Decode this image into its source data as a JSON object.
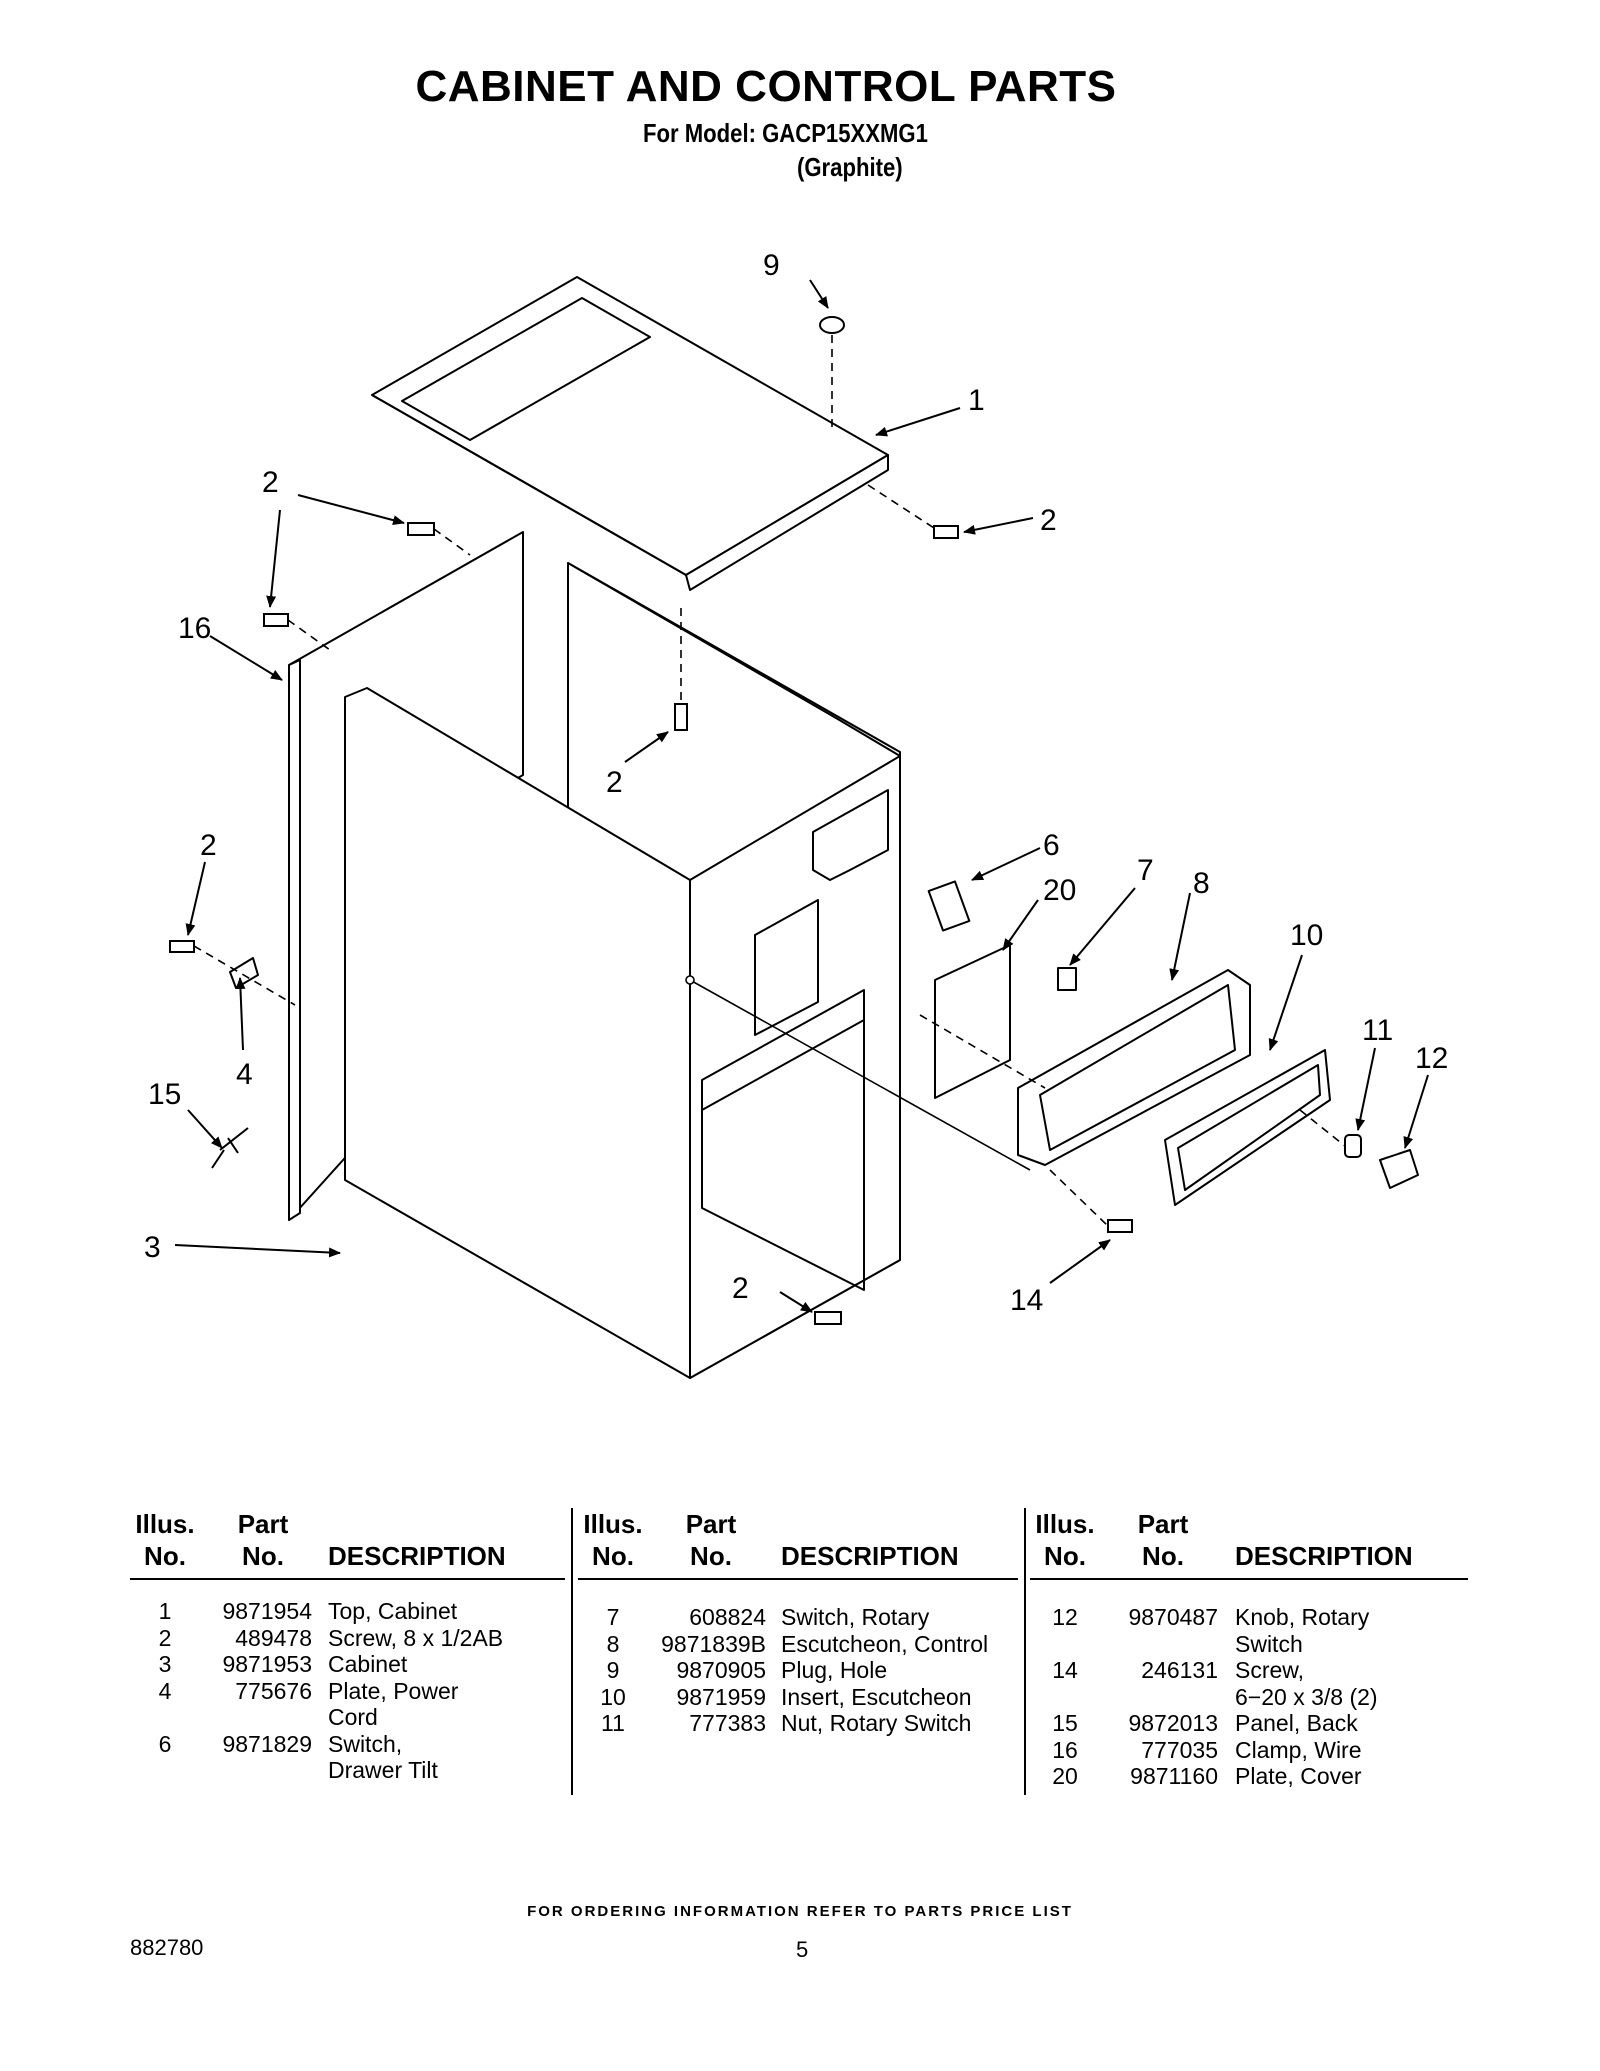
{
  "header": {
    "title": "CABINET AND CONTROL PARTS",
    "model_line": "For Model: GACP15XXMG1",
    "color_line": "(Graphite)"
  },
  "callouts": [
    "1",
    "2",
    "3",
    "4",
    "6",
    "7",
    "8",
    "9",
    "10",
    "11",
    "12",
    "14",
    "15",
    "16",
    "20"
  ],
  "table_headers": {
    "illus_line1": "Illus.",
    "illus_line2": "No.",
    "part_line1": "Part",
    "part_line2": "No.",
    "description": "DESCRIPTION"
  },
  "parts_columns": [
    [
      {
        "illus": "1",
        "part": "9871954",
        "desc": [
          "Top, Cabinet"
        ]
      },
      {
        "illus": "2",
        "part": "489478",
        "desc": [
          "Screw, 8 x 1/2AB"
        ]
      },
      {
        "illus": "3",
        "part": "9871953",
        "desc": [
          "Cabinet"
        ]
      },
      {
        "illus": "4",
        "part": "775676",
        "desc": [
          "Plate, Power",
          "Cord"
        ]
      },
      {
        "illus": "6",
        "part": "9871829",
        "desc": [
          "Switch,",
          "Drawer Tilt"
        ]
      }
    ],
    [
      {
        "illus": "7",
        "part": "608824",
        "desc": [
          "Switch, Rotary"
        ]
      },
      {
        "illus": "8",
        "part": "9871839B",
        "desc": [
          "Escutcheon, Control"
        ]
      },
      {
        "illus": "9",
        "part": "9870905",
        "desc": [
          "Plug, Hole"
        ]
      },
      {
        "illus": "10",
        "part": "9871959",
        "desc": [
          "Insert, Escutcheon"
        ]
      },
      {
        "illus": "11",
        "part": "777383",
        "desc": [
          "Nut, Rotary Switch"
        ]
      }
    ],
    [
      {
        "illus": "12",
        "part": "9870487",
        "desc": [
          "Knob, Rotary",
          "Switch"
        ]
      },
      {
        "illus": "14",
        "part": "246131",
        "desc": [
          "Screw,",
          "6−20 x 3/8 (2)"
        ]
      },
      {
        "illus": "15",
        "part": "9872013",
        "desc": [
          "Panel, Back"
        ]
      },
      {
        "illus": "16",
        "part": "777035",
        "desc": [
          "Clamp, Wire"
        ]
      },
      {
        "illus": "20",
        "part": "9871160",
        "desc": [
          "Plate, Cover"
        ]
      }
    ]
  ],
  "footer": {
    "ordering_note": "FOR ORDERING INFORMATION REFER TO PARTS PRICE LIST",
    "doc_number": "882780",
    "page_number": "5"
  }
}
